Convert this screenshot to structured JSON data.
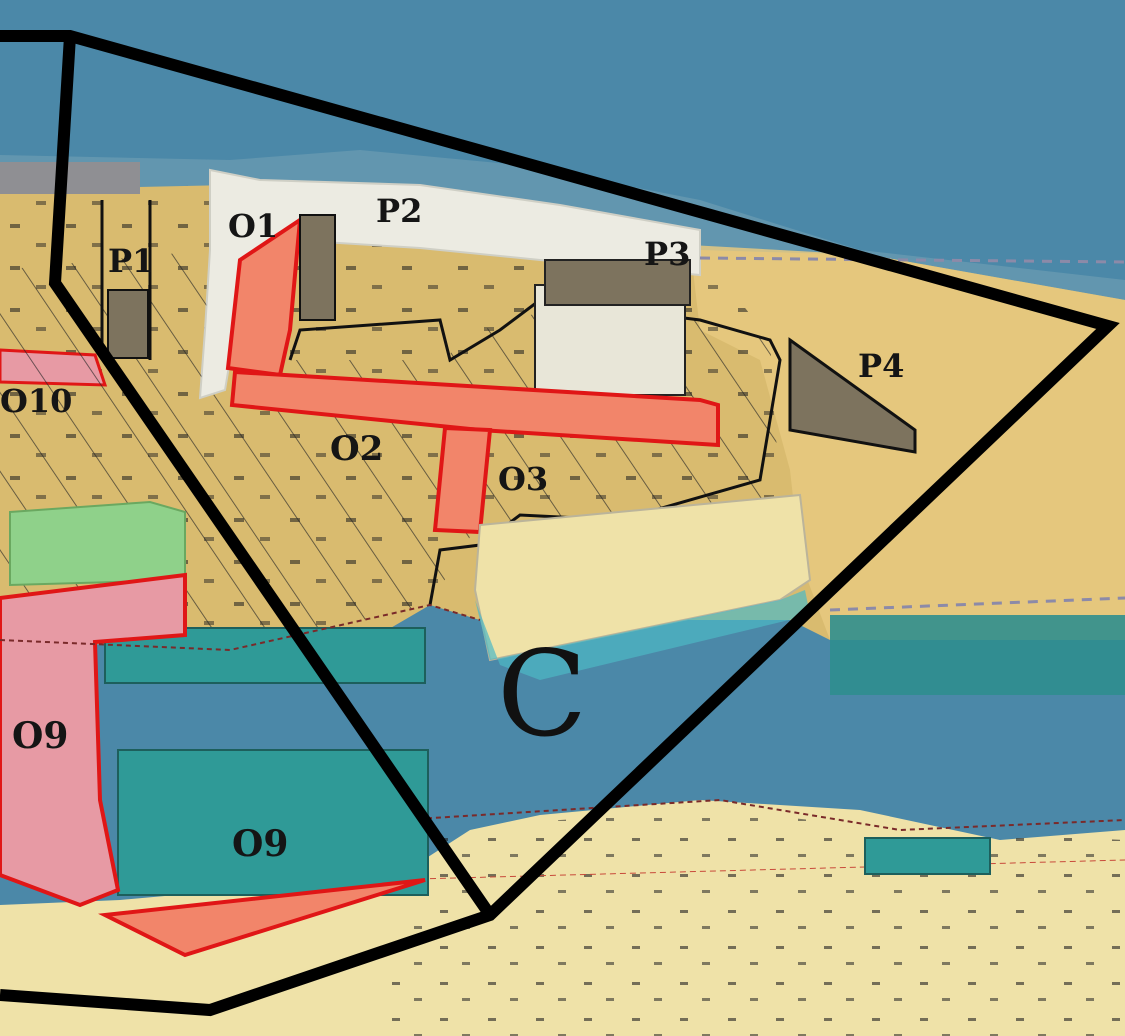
{
  "map": {
    "colors": {
      "water": "#4b88a8",
      "land_yellow": "#e3c57a",
      "land_pale": "#efe2a8",
      "urban_yellow": "#d9bb6f",
      "zone_red": "#f05a3c",
      "zone_red_fill": "#f2856a",
      "zone_pink": "#e79aa4",
      "zone_green": "#8fd18a",
      "zone_teal": "#2f9a97",
      "zone_dark": "#7d735e",
      "zone_light": "#e8e6d8",
      "grey_strip": "#8f8f93",
      "boundary": "#000000"
    },
    "labels": {
      "o1": "O1",
      "p2": "P2",
      "p3": "P3",
      "p1": "P1",
      "p4": "P4",
      "o10": "O10",
      "o2": "O2",
      "o3": "O3",
      "o9_left": "O9",
      "o9_bottom": "O9",
      "c": "C"
    }
  }
}
